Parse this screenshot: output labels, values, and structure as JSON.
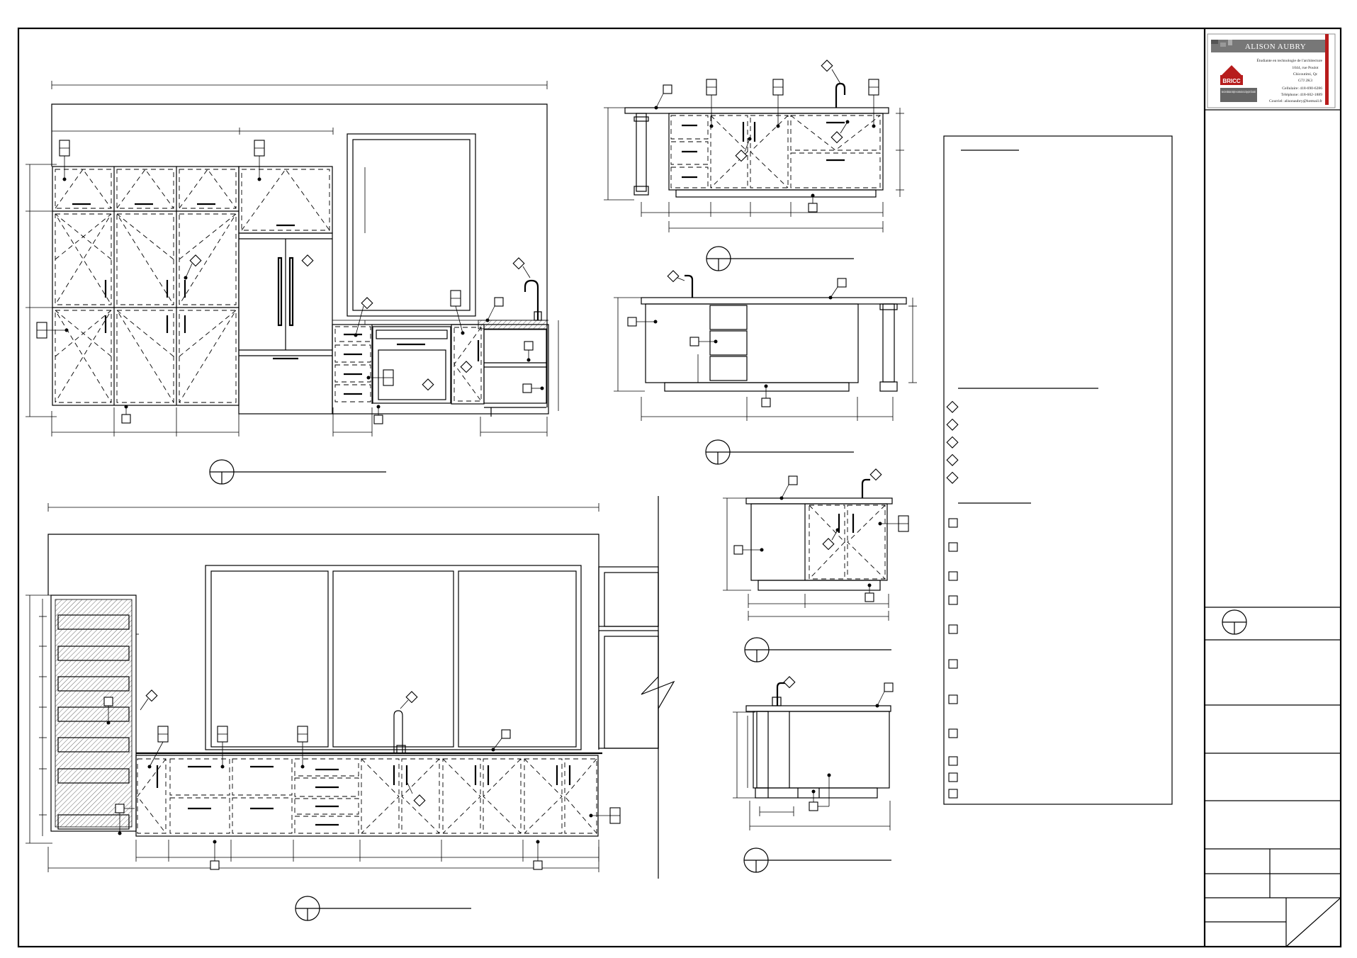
{
  "title_block": {
    "name": "ALISON AUBRY",
    "subtitle": "Étudiante en technologie de l'architecture",
    "address_line1": "1044, rue Poulot",
    "address_line2": "Chicoutimi, Qc",
    "address_line3": "G7J 2K3",
    "phone_cell": "Cellulaire: 418-690-6286",
    "phone_home": "Téléphone: 418-602-1889",
    "email": "Courriel: alisonaubry@hotmail.fr",
    "logo_text": "BRICC",
    "logo_caption": "Banc de réalisation intégré en construction du Cégep de Chicoutimi",
    "brand_color": "#b71c1c"
  },
  "legend": {
    "diamond_items": 5,
    "square_items": 11
  },
  "colors": {
    "line": "#000000",
    "background": "#ffffff"
  }
}
